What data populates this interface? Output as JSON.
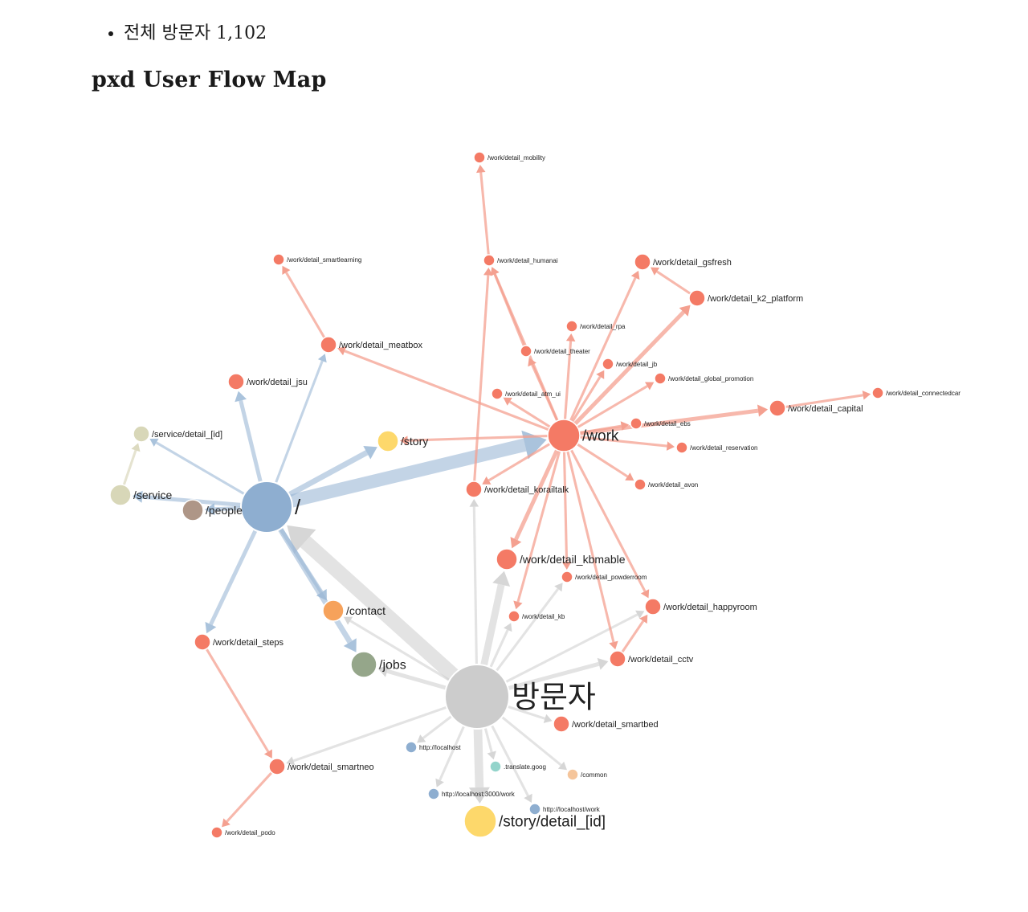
{
  "summary": {
    "total_visitors": "전체 방문자 1,102"
  },
  "title": "pxd User Flow Map",
  "colors": {
    "visitor": "#cccccc",
    "root": "#8eaed0",
    "work": "#f47a65",
    "story": "#fdd86b",
    "contact": "#f6a25b",
    "jobs": "#95a68a",
    "people": "#ae9687",
    "service": "#d8d7b8",
    "localhost": "#8eaed0",
    "translate": "#93d4cb",
    "common": "#f5c59b",
    "edge_gray": "#cccccc",
    "edge_blue": "#9bb8d6",
    "edge_red": "#f4a090",
    "edge_olive": "#dcdac0"
  },
  "nodes": [
    {
      "id": "visitor",
      "label": "방문자",
      "group": "visitor",
      "size": 10
    },
    {
      "id": "root",
      "label": "/",
      "group": "root",
      "size": 8
    },
    {
      "id": "work",
      "label": "/work",
      "group": "work",
      "size": 5
    },
    {
      "id": "story",
      "label": "/story",
      "group": "story",
      "size": 3
    },
    {
      "id": "contact",
      "label": "/contact",
      "group": "contact",
      "size": 3
    },
    {
      "id": "jobs",
      "label": "/jobs",
      "group": "jobs",
      "size": 4
    },
    {
      "id": "people",
      "label": "/people",
      "group": "people",
      "size": 3
    },
    {
      "id": "service",
      "label": "/service",
      "group": "service",
      "size": 3
    },
    {
      "id": "service_detail",
      "label": "/service/detail_[id]",
      "group": "service",
      "size": 2
    },
    {
      "id": "story_detail",
      "label": "/story/detail_[id]",
      "group": "story",
      "size": 5
    },
    {
      "id": "mobility",
      "label": "/work/detail_mobility",
      "group": "work",
      "size": 1
    },
    {
      "id": "smartlearning",
      "label": "/work/detail_smartlearning",
      "group": "work",
      "size": 1
    },
    {
      "id": "humanai",
      "label": "/work/detail_humanai",
      "group": "work",
      "size": 1
    },
    {
      "id": "gsfresh",
      "label": "/work/detail_gsfresh",
      "group": "work",
      "size": 2
    },
    {
      "id": "k2_platform",
      "label": "/work/detail_k2_platform",
      "group": "work",
      "size": 2
    },
    {
      "id": "rpa",
      "label": "/work/detail_rpa",
      "group": "work",
      "size": 1
    },
    {
      "id": "theater",
      "label": "/work/detail_theater",
      "group": "work",
      "size": 1
    },
    {
      "id": "meatbox",
      "label": "/work/detail_meatbox",
      "group": "work",
      "size": 2
    },
    {
      "id": "jb",
      "label": "/work/detail_jb",
      "group": "work",
      "size": 1
    },
    {
      "id": "global_promotion",
      "label": "/work/detail_global_promotion",
      "group": "work",
      "size": 1
    },
    {
      "id": "jsu",
      "label": "/work/detail_jsu",
      "group": "work",
      "size": 2
    },
    {
      "id": "atm_ui",
      "label": "/work/detail_atm_ui",
      "group": "work",
      "size": 1
    },
    {
      "id": "connectedcar",
      "label": "/work/detail_connectedcar",
      "group": "work",
      "size": 1
    },
    {
      "id": "capital",
      "label": "/work/detail_capital",
      "group": "work",
      "size": 2
    },
    {
      "id": "ebs",
      "label": "/work/detail_ebs",
      "group": "work",
      "size": 1
    },
    {
      "id": "reservation",
      "label": "/work/detail_reservation",
      "group": "work",
      "size": 1
    },
    {
      "id": "korailtalk",
      "label": "/work/detail_korailtalk",
      "group": "work",
      "size": 2
    },
    {
      "id": "avon",
      "label": "/work/detail_avon",
      "group": "work",
      "size": 1
    },
    {
      "id": "kbmable",
      "label": "/work/detail_kbmable",
      "group": "work",
      "size": 3
    },
    {
      "id": "powderroom",
      "label": "/work/detail_powderroom",
      "group": "work",
      "size": 1
    },
    {
      "id": "happyroom",
      "label": "/work/detail_happyroom",
      "group": "work",
      "size": 2
    },
    {
      "id": "kb",
      "label": "/work/detail_kb",
      "group": "work",
      "size": 1
    },
    {
      "id": "steps",
      "label": "/work/detail_steps",
      "group": "work",
      "size": 2
    },
    {
      "id": "cctv",
      "label": "/work/detail_cctv",
      "group": "work",
      "size": 2
    },
    {
      "id": "smartbed",
      "label": "/work/detail_smartbed",
      "group": "work",
      "size": 2
    },
    {
      "id": "smartneo",
      "label": "/work/detail_smartneo",
      "group": "work",
      "size": 2
    },
    {
      "id": "podo",
      "label": "/work/detail_podo",
      "group": "work",
      "size": 1
    },
    {
      "id": "localhost",
      "label": "http://localhost",
      "group": "localhost",
      "size": 1
    },
    {
      "id": "translate",
      "label": ".translate.goog",
      "group": "translate",
      "size": 1
    },
    {
      "id": "common",
      "label": "/common",
      "group": "common",
      "size": 1
    },
    {
      "id": "localhost_3000_work",
      "label": "http://localhost:3000/work",
      "group": "localhost",
      "size": 1
    },
    {
      "id": "localhost_work",
      "label": "http://localhost/work",
      "group": "localhost",
      "size": 1
    }
  ],
  "links": [
    {
      "source": "visitor",
      "target": "root",
      "weight": 9
    },
    {
      "source": "visitor",
      "target": "story_detail",
      "weight": 5
    },
    {
      "source": "visitor",
      "target": "kbmable",
      "weight": 4
    },
    {
      "source": "visitor",
      "target": "jobs",
      "weight": 2
    },
    {
      "source": "visitor",
      "target": "contact",
      "weight": 1
    },
    {
      "source": "visitor",
      "target": "cctv",
      "weight": 2
    },
    {
      "source": "visitor",
      "target": "happyroom",
      "weight": 1
    },
    {
      "source": "visitor",
      "target": "powderroom",
      "weight": 1
    },
    {
      "source": "visitor",
      "target": "kb",
      "weight": 1
    },
    {
      "source": "visitor",
      "target": "korailtalk",
      "weight": 1
    },
    {
      "source": "visitor",
      "target": "smartbed",
      "weight": 1
    },
    {
      "source": "visitor",
      "target": "smartneo",
      "weight": 1
    },
    {
      "source": "visitor",
      "target": "localhost",
      "weight": 1
    },
    {
      "source": "visitor",
      "target": "translate",
      "weight": 1
    },
    {
      "source": "visitor",
      "target": "common",
      "weight": 1
    },
    {
      "source": "visitor",
      "target": "localhost_3000_work",
      "weight": 1
    },
    {
      "source": "visitor",
      "target": "localhost_work",
      "weight": 1
    },
    {
      "source": "root",
      "target": "work",
      "weight": 8
    },
    {
      "source": "root",
      "target": "story",
      "weight": 3
    },
    {
      "source": "root",
      "target": "people",
      "weight": 2
    },
    {
      "source": "root",
      "target": "service",
      "weight": 2
    },
    {
      "source": "root",
      "target": "service_detail",
      "weight": 1
    },
    {
      "source": "root",
      "target": "jsu",
      "weight": 2
    },
    {
      "source": "root",
      "target": "meatbox",
      "weight": 1
    },
    {
      "source": "root",
      "target": "contact",
      "weight": 2
    },
    {
      "source": "root",
      "target": "jobs",
      "weight": 3
    },
    {
      "source": "root",
      "target": "steps",
      "weight": 2
    },
    {
      "source": "service",
      "target": "service_detail",
      "weight": 1
    },
    {
      "source": "work",
      "target": "story",
      "weight": 1
    },
    {
      "source": "work",
      "target": "meatbox",
      "weight": 1
    },
    {
      "source": "work",
      "target": "humanai",
      "weight": 1
    },
    {
      "source": "work",
      "target": "theater",
      "weight": 1
    },
    {
      "source": "work",
      "target": "rpa",
      "weight": 1
    },
    {
      "source": "work",
      "target": "jb",
      "weight": 1
    },
    {
      "source": "work",
      "target": "global_promotion",
      "weight": 1
    },
    {
      "source": "work",
      "target": "atm_ui",
      "weight": 1
    },
    {
      "source": "work",
      "target": "gsfresh",
      "weight": 1
    },
    {
      "source": "work",
      "target": "k2_platform",
      "weight": 2
    },
    {
      "source": "work",
      "target": "capital",
      "weight": 2
    },
    {
      "source": "work",
      "target": "ebs",
      "weight": 1
    },
    {
      "source": "work",
      "target": "reservation",
      "weight": 1
    },
    {
      "source": "work",
      "target": "korailtalk",
      "weight": 1
    },
    {
      "source": "work",
      "target": "avon",
      "weight": 1
    },
    {
      "source": "work",
      "target": "kbmable",
      "weight": 2
    },
    {
      "source": "work",
      "target": "powderroom",
      "weight": 1
    },
    {
      "source": "work",
      "target": "happyroom",
      "weight": 1
    },
    {
      "source": "work",
      "target": "kb",
      "weight": 1
    },
    {
      "source": "work",
      "target": "cctv",
      "weight": 1
    },
    {
      "source": "meatbox",
      "target": "smartlearning",
      "weight": 1
    },
    {
      "source": "humanai",
      "target": "mobility",
      "weight": 1
    },
    {
      "source": "theater",
      "target": "humanai",
      "weight": 1
    },
    {
      "source": "k2_platform",
      "target": "gsfresh",
      "weight": 1
    },
    {
      "source": "capital",
      "target": "connectedcar",
      "weight": 1
    },
    {
      "source": "korailtalk",
      "target": "humanai",
      "weight": 1
    },
    {
      "source": "cctv",
      "target": "happyroom",
      "weight": 1
    },
    {
      "source": "steps",
      "target": "smartneo",
      "weight": 1
    },
    {
      "source": "smartneo",
      "target": "podo",
      "weight": 1
    }
  ]
}
